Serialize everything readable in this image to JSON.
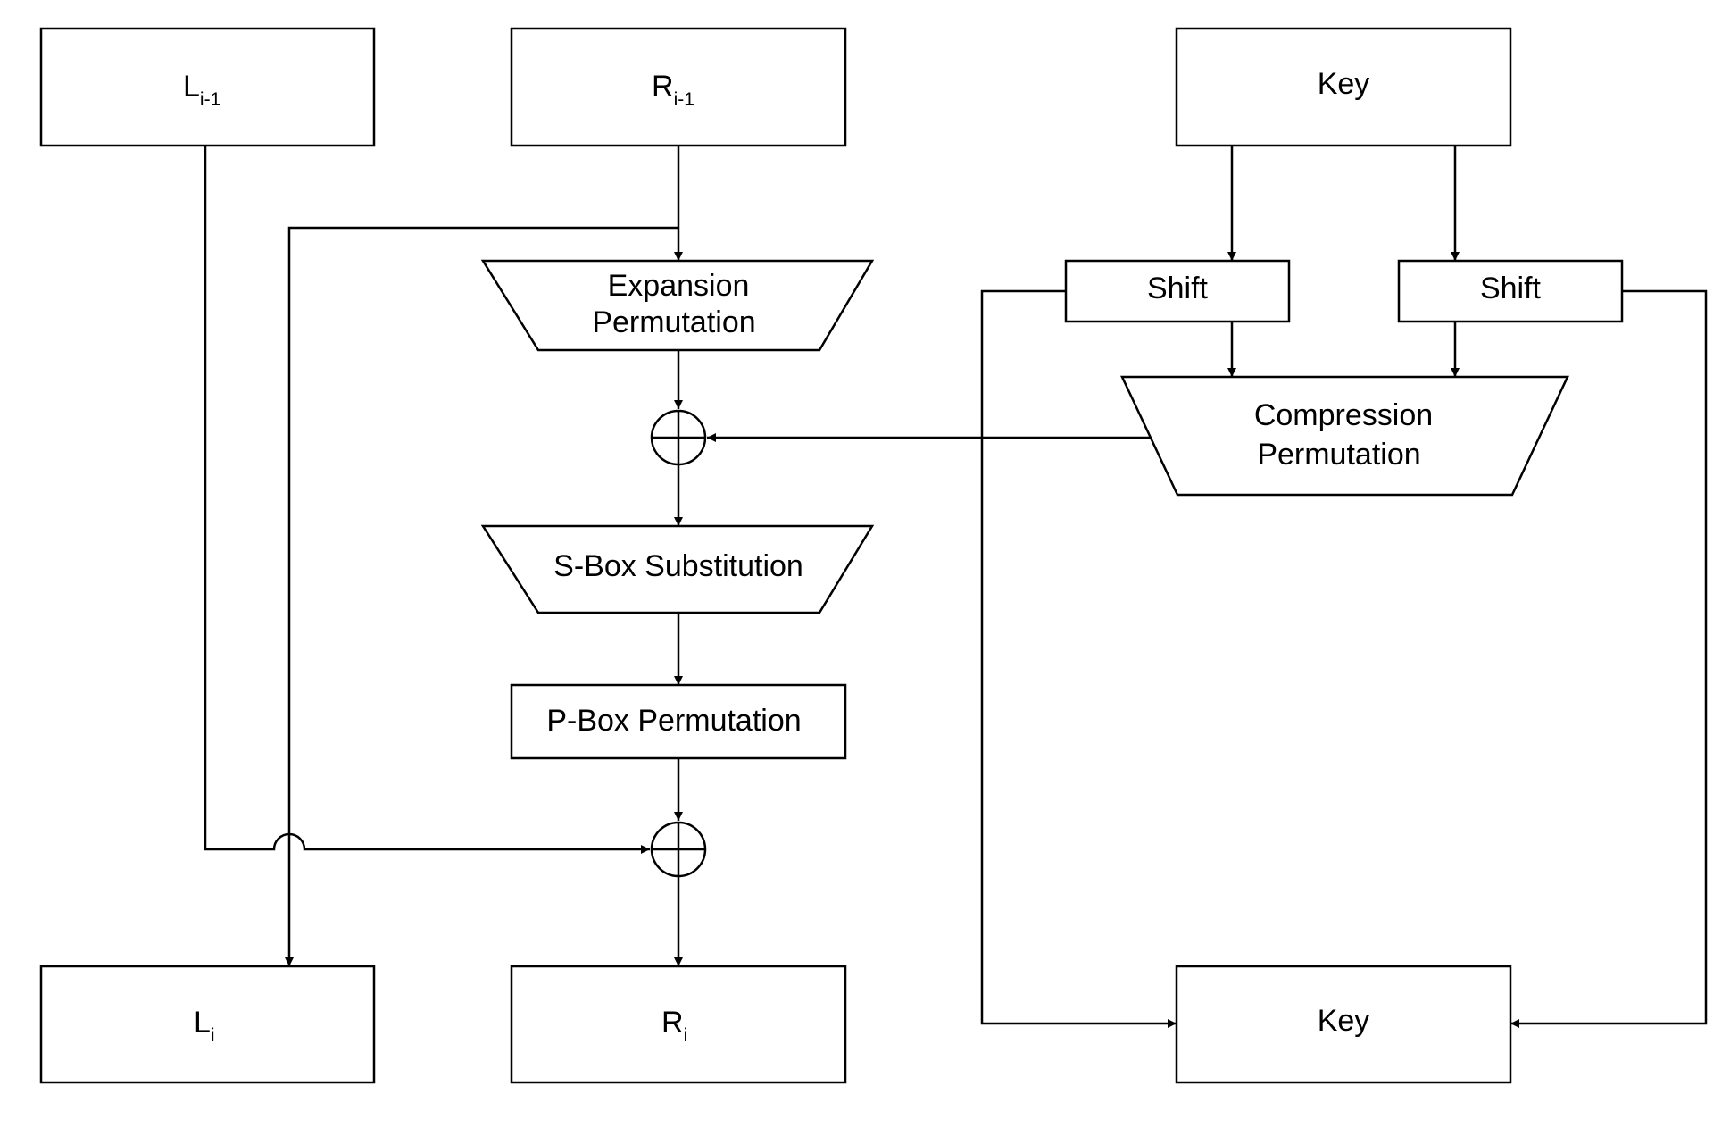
{
  "nodes": {
    "l_prev": {
      "main": "L",
      "sub": "i-1"
    },
    "r_prev": {
      "main": "R",
      "sub": "i-1"
    },
    "key_in": {
      "label": "Key"
    },
    "expansion": {
      "line1": "Expansion",
      "line2": "Permutation"
    },
    "shift_left": {
      "label": "Shift"
    },
    "shift_right": {
      "label": "Shift"
    },
    "compression": {
      "line1": "Compression",
      "line2": "Permutation"
    },
    "sbox": {
      "label": "S-Box Substitution"
    },
    "pbox": {
      "label": "P-Box Permutation"
    },
    "l_next": {
      "main": "L",
      "sub": "i"
    },
    "r_next": {
      "main": "R",
      "sub": "i"
    },
    "key_out": {
      "label": "Key"
    }
  },
  "colors": {
    "stroke": "#000000",
    "background": "#ffffff"
  }
}
